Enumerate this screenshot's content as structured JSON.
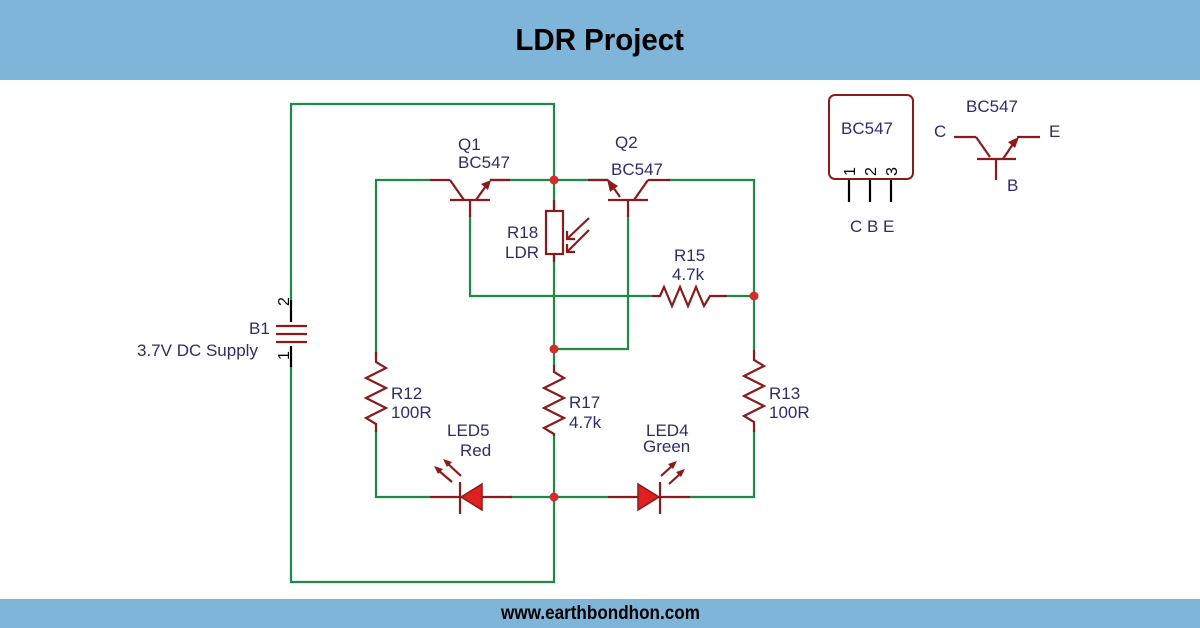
{
  "header": {
    "title": "LDR Project"
  },
  "footer": {
    "website": "www.earthbondhon.com"
  },
  "colors": {
    "banner": "#7fb5d8",
    "wire": "#1f8a45",
    "component": "#8b1a1a",
    "junction": "#d42b2b",
    "label": "#2e2c6e",
    "led_fill": "#e02020"
  },
  "components": {
    "q1": {
      "ref": "Q1",
      "value": "BC547"
    },
    "q2": {
      "ref": "Q2",
      "value": "BC547"
    },
    "r18": {
      "ref": "R18",
      "value": "LDR"
    },
    "r15": {
      "ref": "R15",
      "value": "4.7k"
    },
    "r12": {
      "ref": "R12",
      "value": "100R"
    },
    "r17": {
      "ref": "R17",
      "value": "4.7k"
    },
    "r13": {
      "ref": "R13",
      "value": "100R"
    },
    "led5": {
      "ref": "LED5",
      "value": "Red"
    },
    "led4": {
      "ref": "LED4",
      "value": "Green"
    },
    "b1": {
      "ref": "B1",
      "value": "3.7V DC Supply",
      "pin_plus": "2",
      "pin_minus": "1"
    }
  },
  "pinout": {
    "package_label": "BC547",
    "pin_numbers": [
      "1",
      "2",
      "3"
    ],
    "pin_names": "C B E",
    "symbol_label": "BC547",
    "symbol_c": "C",
    "symbol_e": "E",
    "symbol_b": "B"
  }
}
